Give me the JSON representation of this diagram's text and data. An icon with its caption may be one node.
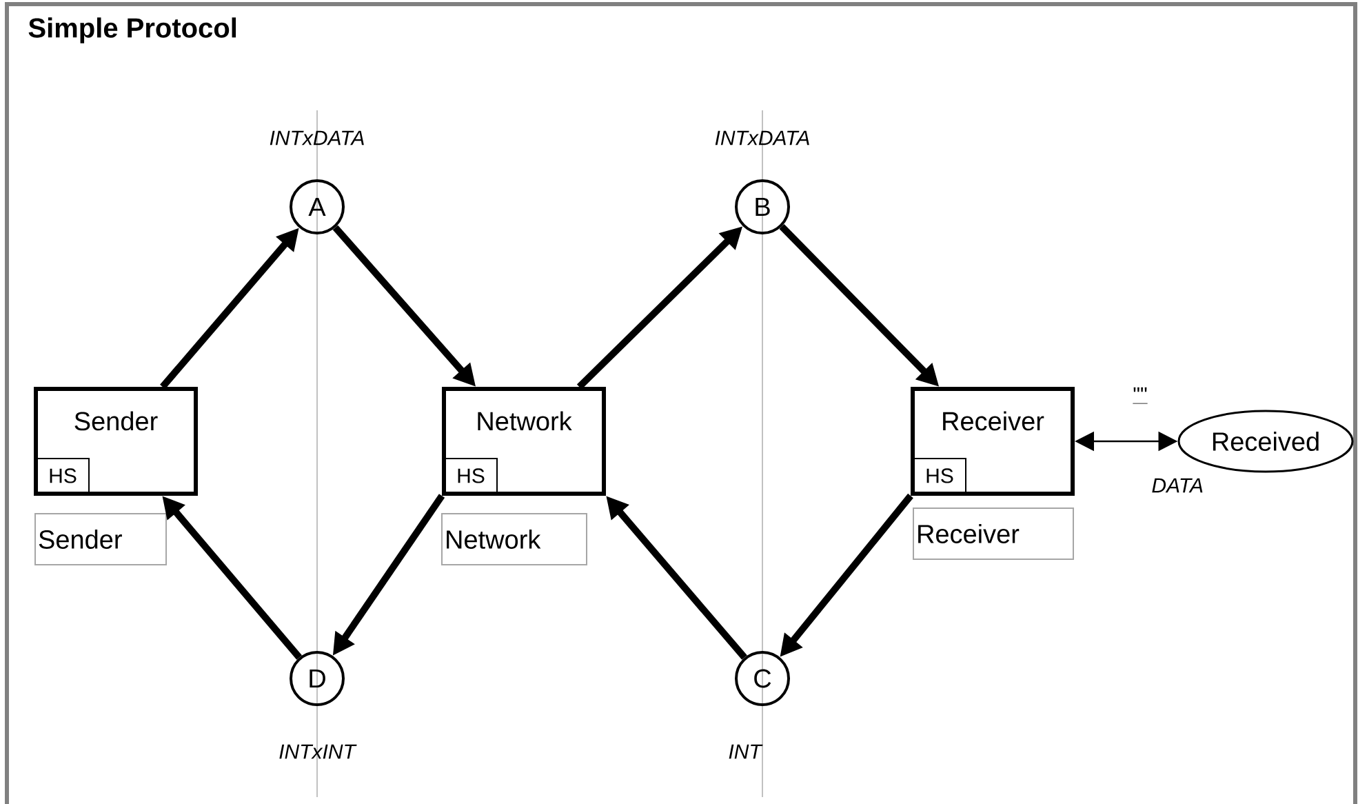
{
  "diagram": {
    "title": "Simple Protocol",
    "nodes": [
      {
        "text": [
          "Sender"
        ]
      },
      {
        "text": [
          "HS"
        ],
        "in": 0
      },
      {
        "text": [
          "Sender"
        ]
      },
      {
        "text": [
          "Network"
        ]
      },
      {
        "text": [
          "HS"
        ],
        "in": 3
      },
      {
        "text": [
          "Network"
        ]
      },
      {
        "text": [
          "Receiver"
        ]
      },
      {
        "text": [
          "HS"
        ],
        "in": 6
      },
      {
        "text": [
          "Receiver"
        ]
      },
      {
        "text": [
          "A"
        ],
        "beside": [
          "INTxDATA"
        ]
      },
      {
        "text": [
          "B"
        ],
        "beside": [
          "INTxDATA"
        ]
      },
      {
        "text": [
          "C"
        ],
        "beside": [
          "INT"
        ]
      },
      {
        "text": [
          "D"
        ],
        "beside": [
          "INTxINT"
        ]
      },
      {
        "text": [
          "Received"
        ],
        "beside": [
          "\"\"",
          "DATA"
        ]
      }
    ],
    "edges": [
      {
        "from": 0,
        "to": 9,
        "arrow": "to"
      },
      {
        "from": 9,
        "to": 3,
        "arrow": "to"
      },
      {
        "from": 3,
        "to": 10,
        "arrow": "to"
      },
      {
        "from": 10,
        "to": 6,
        "arrow": "to"
      },
      {
        "from": 6,
        "to": 11,
        "arrow": "to"
      },
      {
        "from": 11,
        "to": 3,
        "arrow": "to"
      },
      {
        "from": 3,
        "to": 12,
        "arrow": "to"
      },
      {
        "from": 12,
        "to": 0,
        "arrow": "to"
      },
      {
        "from": 6,
        "to": 13,
        "arrow": "both"
      }
    ]
  }
}
